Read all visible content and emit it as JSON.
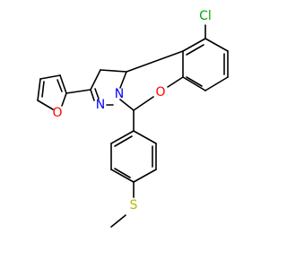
{
  "diagram": {
    "type": "skeletal-structure",
    "colors": {
      "bond": "#000000",
      "O": "#ff0000",
      "N": "#0000ff",
      "Cl": "#00aa00",
      "S": "#b8b800"
    },
    "atom_labels": {
      "cl": "Cl",
      "furan_o": "O",
      "ring_o": "O",
      "n_imine": "N",
      "n_ring": "N",
      "s": "S"
    }
  }
}
